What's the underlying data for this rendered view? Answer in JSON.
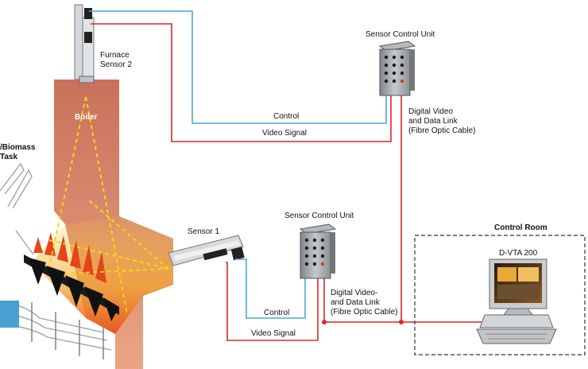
{
  "labels": {
    "furnace_sensor_line1": "Furnace",
    "furnace_sensor_line2": "Sensor 2",
    "boiler": "Boiler",
    "biomass_line1": "/Biomass",
    "biomass_line2": "Task",
    "sensor1": "Sensor 1",
    "scu_top": "Sensor Control Unit",
    "scu_bottom": "Sensor Control Unit",
    "control_top": "Control",
    "video_top": "Video Signal",
    "control_bottom": "Control",
    "video_bottom": "Video Signal",
    "dvl_top_1": "Digital Video",
    "dvl_top_2": "and Data Link",
    "dvl_top_3": "(Fibre Optic Cable)",
    "dvl_bottom_1": "Digital Video-",
    "dvl_bottom_2": "and Data Link",
    "dvl_bottom_3": "(Fibre Optic Cable)",
    "control_room": "Control Room",
    "dvta": "D-VTA 200"
  },
  "colors": {
    "furnace_top": "#c9715a",
    "furnace_bottom": "#e8a07c",
    "flame": "#f4c020",
    "control_line": "#4aa6d8",
    "video_line": "#e2242b",
    "cabinet": "#9aa0a6"
  }
}
